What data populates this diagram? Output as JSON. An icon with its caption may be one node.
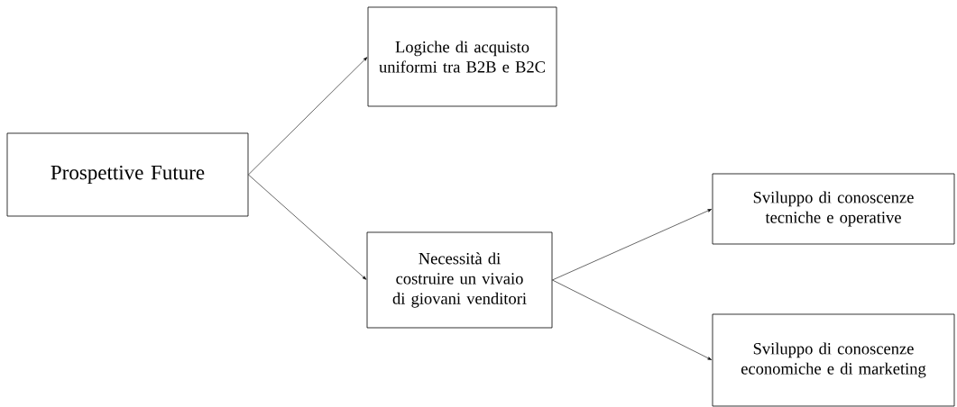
{
  "diagram": {
    "nodes": [
      {
        "text": [
          "Prospettive Future"
        ]
      },
      {
        "text": [
          "Logiche di acquisto uniformi tra B2B e B2C"
        ]
      },
      {
        "text": [
          "Necessità di costruire un vivaio di giovani venditori"
        ]
      },
      {
        "text": [
          "Sviluppo di conoscenze tecniche e operative"
        ]
      },
      {
        "text": [
          "Sviluppo di conoscenze economiche e di marketing"
        ]
      }
    ],
    "edges": [
      {
        "from": 0,
        "to": 1,
        "arrow": "to"
      },
      {
        "from": 0,
        "to": 2,
        "arrow": "to"
      },
      {
        "from": 2,
        "to": 3,
        "arrow": "to"
      },
      {
        "from": 2,
        "to": 4,
        "arrow": "to"
      }
    ]
  }
}
